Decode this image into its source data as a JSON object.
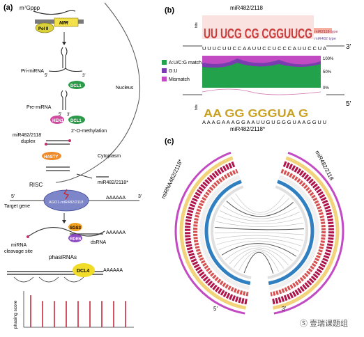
{
  "panel_a": {
    "label": "(a)",
    "cap": "m⁷Gppp",
    "pol2": "Pol II",
    "mir_gene": "MIR",
    "nucleus": "Nucleus",
    "pri": "Pri-miRNA",
    "five": "5'",
    "three": "3'",
    "dcl1": "DCL1",
    "pre": "Pre-miRNA",
    "hen1": "HEN1",
    "methyl": "2'-O-methylation",
    "duplex1": "miR482/2118",
    "duplex2": "duplex",
    "hasty": "HASTY",
    "cytoplasm": "Cytoplasm",
    "star": "miR482/2118*",
    "risc": "RISC",
    "ago": "AGO1-miR482/2118",
    "polyA": "AAAAAA",
    "target": "Target gene",
    "sgs3": "SGS3",
    "rdr6": "RDR6",
    "dsrna": "dsRNA",
    "cleave1": "miRNA",
    "cleave2": "cleavage site",
    "phasi": "phasiRNAs",
    "dcl4": "DCL4",
    "phasing_label": "phasing score"
  },
  "panel_b": {
    "label": "(b)",
    "title_top": "miR482/2118",
    "title_bottom": "miR482/2118*",
    "bits": "bits",
    "legend_2118": "miR2118 type",
    "legend_482": "miR482 type",
    "top_seq": "UUUCUUCCAAUUCCUCCCAUUCCUA",
    "bottom_seq": "AAAGAAAGGAAUUGUGGGUAAGGUU",
    "logo_top": "UU UCG CG CGGUUCG",
    "logo_bottom": "AA GG GGGUA G",
    "match": "A:U/C:G match",
    "gu": "G:U",
    "mismatch": "Mismatch",
    "p100": "100%",
    "p50": "50%",
    "p0": "0%",
    "five": "5'",
    "three": "3'"
  },
  "panel_c": {
    "label": "(c)",
    "left_label": "miRNA482/2118*",
    "right_label": "miR482/2118",
    "five": "5'",
    "three": "3'",
    "ring_match": "#1a9e3a",
    "ring_mismatch": "#b0154a",
    "ring_gu": "#2f7fc1"
  },
  "watermark": {
    "text": "Ⓢ 壹瑞课题组"
  },
  "chart_data": {
    "type": "bar",
    "title": "",
    "xlabel": "",
    "ylabel": "phasing score",
    "series": [
      {
        "values": [
          1,
          0.82,
          0.82,
          0.82,
          0.82,
          0.82,
          0.82,
          0.82,
          0.82
        ]
      }
    ]
  }
}
